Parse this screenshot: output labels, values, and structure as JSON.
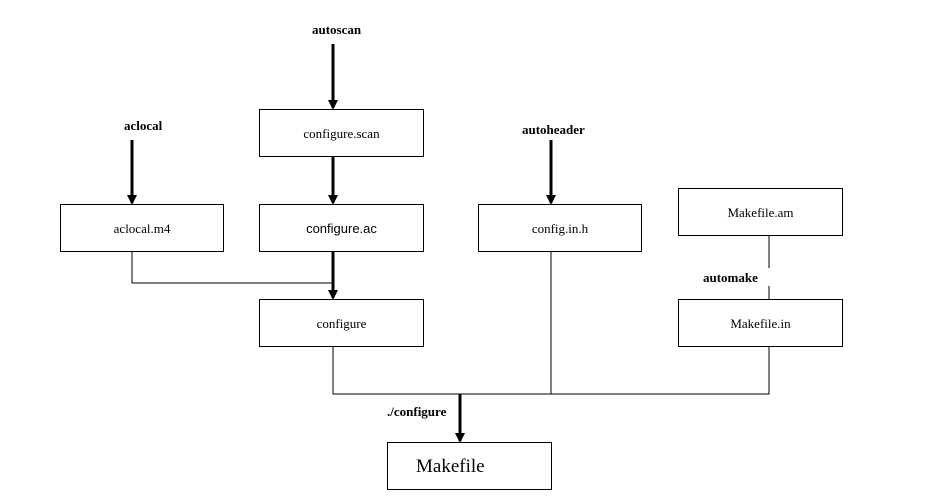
{
  "tools": {
    "autoscan": "autoscan",
    "aclocal": "aclocal",
    "autoheader": "autoheader",
    "automake": "automake",
    "configure_run": "./configure"
  },
  "files": {
    "configure_scan": "configure.scan",
    "aclocal_m4": "aclocal.m4",
    "configure_ac": "configure.ac",
    "config_in_h": "config.in.h",
    "makefile_am": "Makefile.am",
    "configure": "configure",
    "makefile_in": "Makefile.in",
    "makefile": "Makefile"
  }
}
